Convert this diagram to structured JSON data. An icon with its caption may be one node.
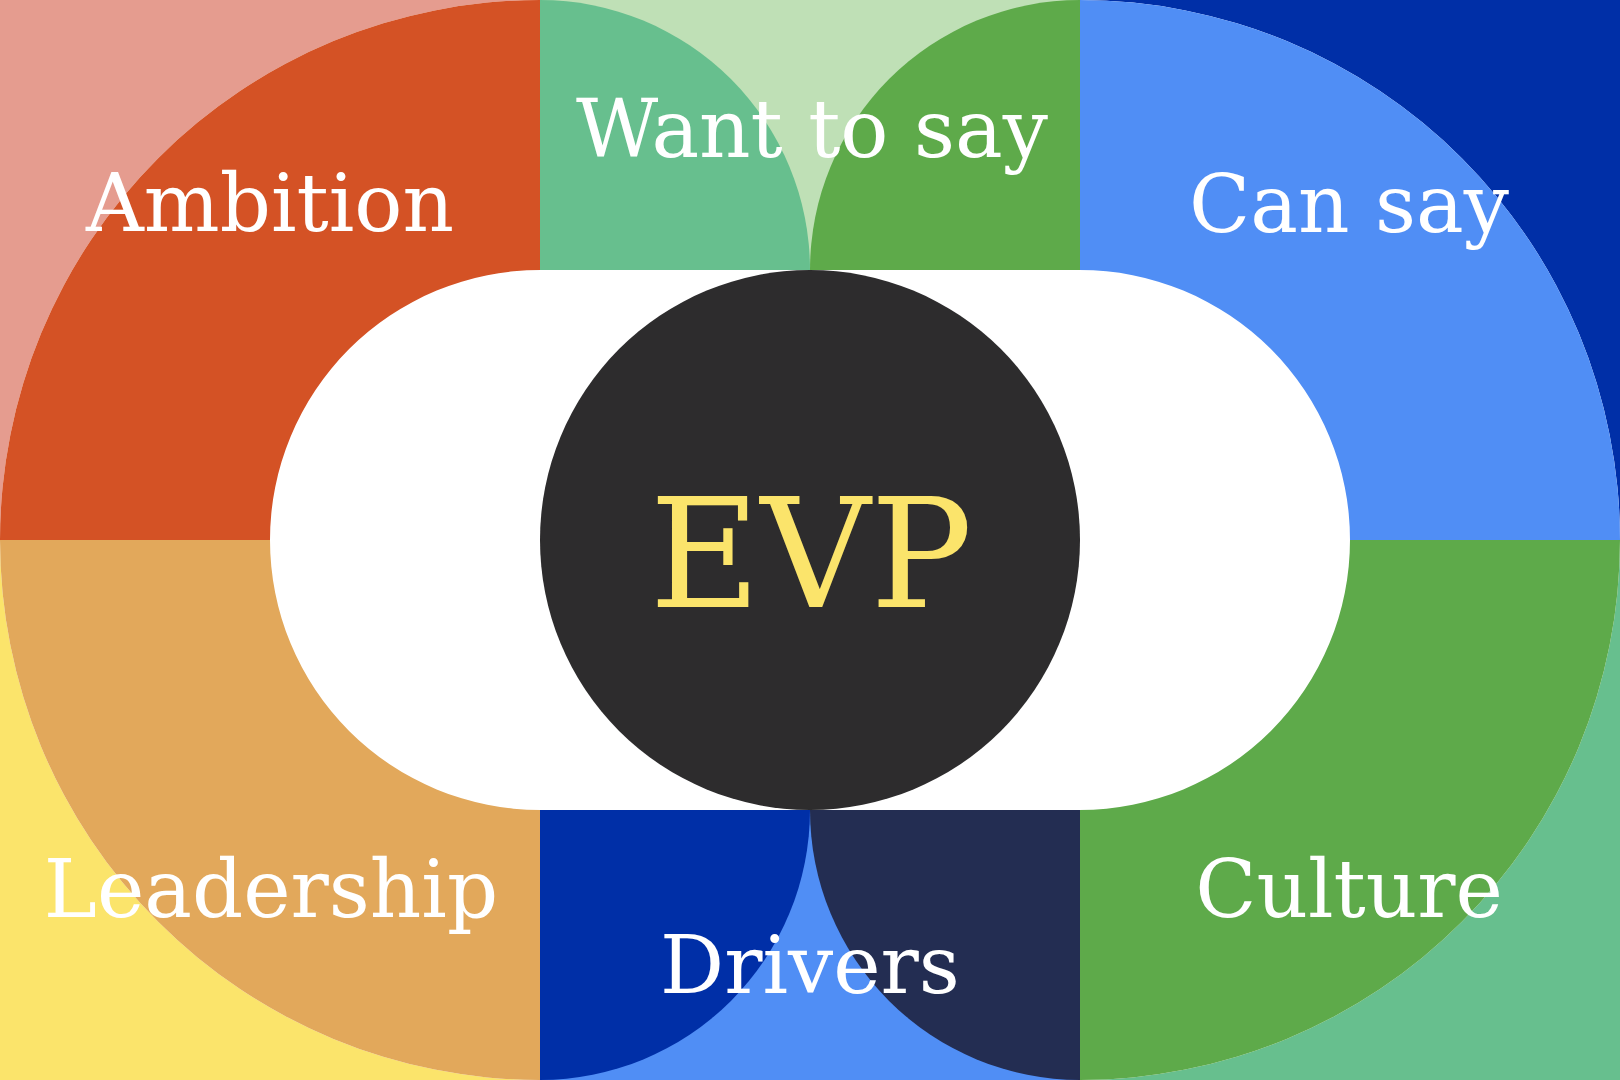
{
  "diagram": {
    "nodes": [
      {
        "text": [
          "Ambition"
        ]
      },
      {
        "text": [
          "Want to say"
        ]
      },
      {
        "text": [
          "Can say"
        ]
      },
      {
        "text": [
          "EVP"
        ]
      },
      {
        "text": [
          "Leadership"
        ]
      },
      {
        "text": [
          "Drivers"
        ]
      },
      {
        "text": [
          "Culture"
        ]
      }
    ]
  }
}
